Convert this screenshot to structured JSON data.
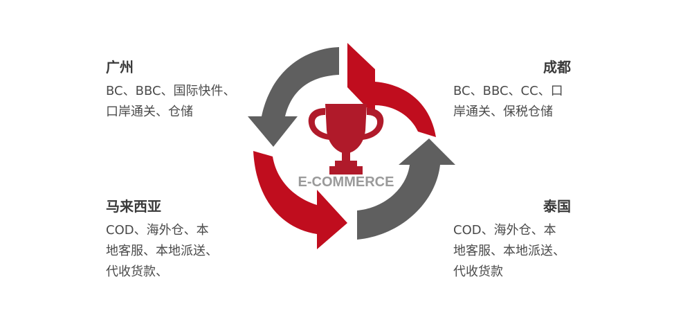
{
  "center": {
    "label": "E-COMMERCE",
    "icon": "trophy-icon"
  },
  "colors": {
    "red": "#c00d1e",
    "gray": "#5f5f5f",
    "trophy": "#b01a2a",
    "text": "#4a4a4a"
  },
  "regions": {
    "guangzhou": {
      "title": "广州",
      "lines": [
        "BC、BBC、国际快件、",
        "口岸通关、仓储"
      ]
    },
    "chengdu": {
      "title": "成都",
      "lines": [
        "BC、BBC、CC、口",
        "岸通关、保税仓储"
      ]
    },
    "malaysia": {
      "title": "马来西亚",
      "lines": [
        "COD、海外仓、本",
        "地客服、本地派送、",
        "代收货款、"
      ]
    },
    "thailand": {
      "title": "泰国",
      "lines": [
        "COD、海外仓、本",
        "地客服、本地派送、",
        "代收货款"
      ]
    }
  }
}
